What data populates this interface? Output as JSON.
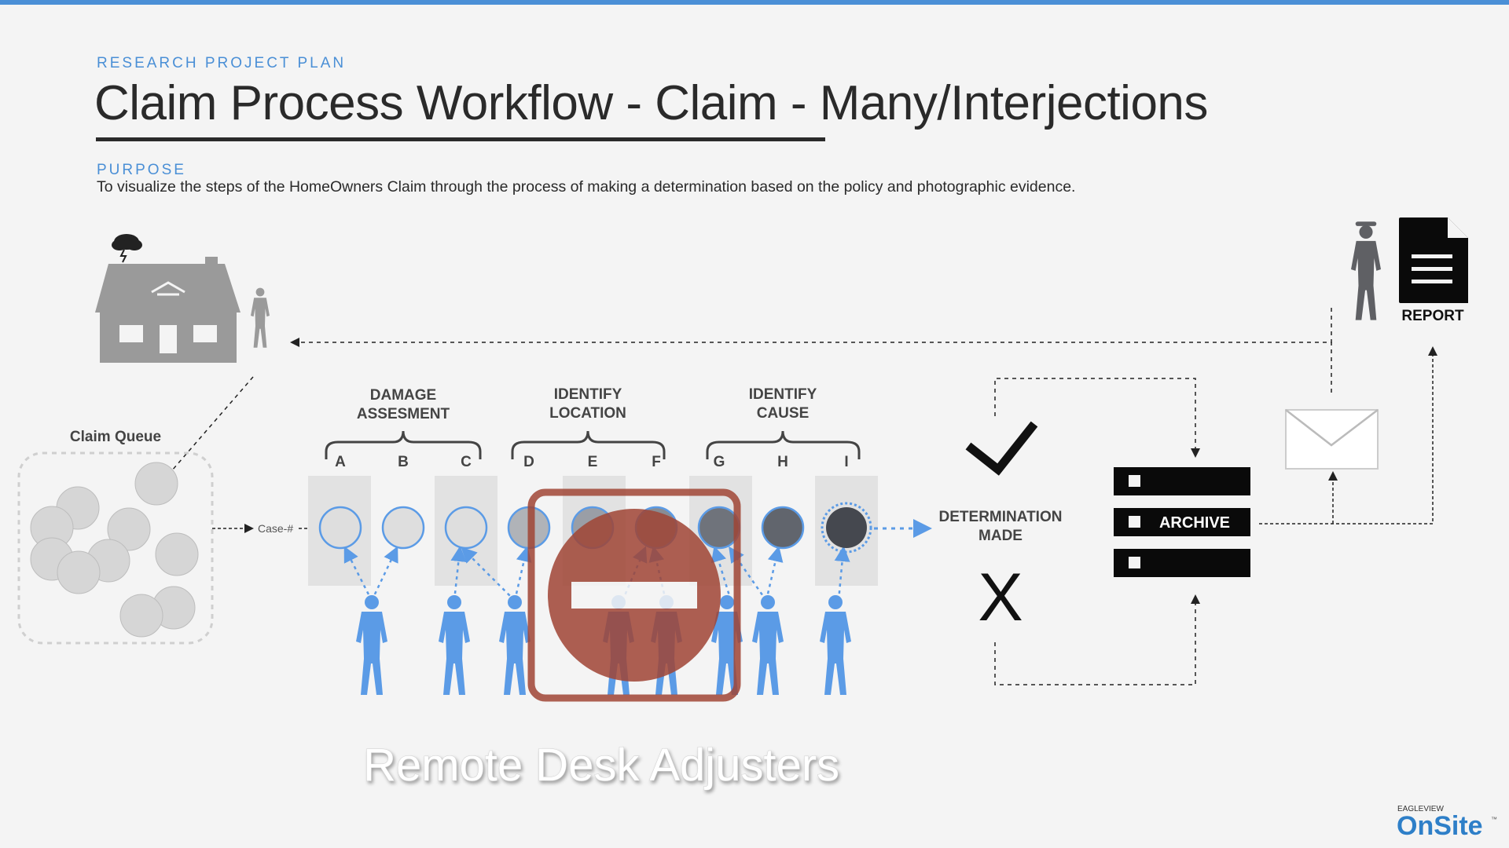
{
  "header": {
    "eyebrow": "RESEARCH PROJECT PLAN",
    "title": "Claim Process Workflow - Claim - Many/Interjections",
    "purpose_label": "PURPOSE",
    "purpose_text": "To visualize the steps of the HomeOwners Claim through the process of making a determination based on the policy and photographic evidence."
  },
  "diagram": {
    "claim_queue_label": "Claim Queue",
    "case_label": "Case-#",
    "groups": [
      {
        "line1": "DAMAGE",
        "line2": "ASSESMENT",
        "steps": [
          "A",
          "B",
          "C"
        ]
      },
      {
        "line1": "IDENTIFY",
        "line2": "LOCATION",
        "steps": [
          "D",
          "E",
          "F"
        ]
      },
      {
        "line1": "IDENTIFY",
        "line2": "CAUSE",
        "steps": [
          "G",
          "H",
          "I"
        ]
      }
    ],
    "determination_line1": "DETERMINATION",
    "determination_line2": "MADE",
    "reject_mark": "X",
    "archive_label": "ARCHIVE",
    "report_label": "REPORT",
    "adjusters_label": "Remote Desk Adjusters",
    "logo_small": "EAGLEVIEW",
    "logo_main": "OnSite",
    "logo_tm": "™"
  },
  "colors": {
    "accent": "#4a8fd6",
    "adjuster": "#5b9be6",
    "stop_sign": "#a04535",
    "house": "#9a9a9a"
  },
  "icons": [
    "storm-cloud-icon",
    "house-icon",
    "homeowner-icon",
    "checkmark-icon",
    "envelope-icon",
    "contractor-icon",
    "report-document-icon",
    "no-entry-icon"
  ]
}
